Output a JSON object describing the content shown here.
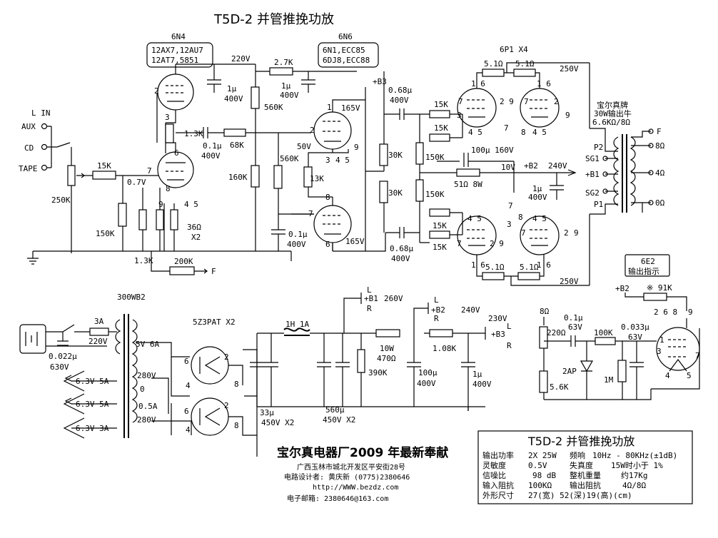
{
  "title": "T5D-2 并管推挽功放",
  "tubes": {
    "v1": {
      "name": "6N4",
      "subs": [
        "12AX7,12AU7",
        "12AT7,5851"
      ]
    },
    "v2": {
      "name": "6N6",
      "subs": [
        "6N1,ECC85",
        "6DJ8,ECC88"
      ]
    },
    "out": "6P1 X4",
    "rect": "5Z3PAT X2",
    "ind": {
      "name": "6E2",
      "desc": "输出指示"
    }
  },
  "input": {
    "title": "L IN",
    "aux": "AUX",
    "cd": "CD",
    "tape": "TAPE"
  },
  "transformer": {
    "brand": "宝尔真牌",
    "spec": "30W输出牛",
    "imp": "6.6KΩ/8Ω",
    "taps": [
      "P2",
      "SG1",
      "+B1",
      "SG2",
      "P1"
    ],
    "outs": [
      "F",
      "8Ω",
      "4Ω",
      "0Ω"
    ]
  },
  "power_tx": "300WB2",
  "heaters": [
    "6.3V 5A",
    "6.3V 5A",
    "6.3V 3A"
  ],
  "secondaries": [
    "5V 6A",
    "280V",
    "0",
    "0.5A",
    "280V"
  ],
  "choke": "1H 1A",
  "rails": {
    "b1": "+B1",
    "b1_v": "260V",
    "b2": "+B2",
    "b2_v": "240V",
    "b3": "+B3",
    "b3_v": "230V",
    "l": "L",
    "r": "R"
  },
  "components": {
    "v220": "220V",
    "r27k": "2.7K",
    "c1u400": [
      "1μ",
      "400V"
    ],
    "r560k": "560K",
    "r13k": "1.3K",
    "c01u": [
      "0.1μ",
      "400V"
    ],
    "r68k": "68K",
    "r160k": "160K",
    "r560k2": "560K",
    "r13k2": "13K",
    "v50": "50V",
    "v165a": "165V",
    "v165b": "165V",
    "b3": "+B3",
    "c068a": [
      "0.68μ",
      "400V"
    ],
    "c068b": [
      "0.68μ",
      "400V"
    ],
    "r30ka": "30K",
    "r30kb": "30K",
    "pot": "250K",
    "r15k": "15K",
    "r150k": "150K",
    "v07": "0.7V",
    "r36": [
      "36Ω",
      "X2"
    ],
    "r13k3": "1.3K",
    "r200k": "200K",
    "f": "F",
    "c01u2": [
      "0.1μ",
      "400V"
    ],
    "r51a": "5.1Ω",
    "r51b": "5.1Ω",
    "r51c": "5.1Ω",
    "r51d": "5.1Ω",
    "v250a": "250V",
    "v250b": "250V",
    "r15k_g": [
      "15K",
      "15K",
      "15K",
      "15K"
    ],
    "r150k_g": [
      "150K",
      "150K"
    ],
    "c100u": "100μ 160V",
    "r51": "51Ω 8W",
    "v10": "10V",
    "b2": "+B2",
    "v240": "240V",
    "c1u_g": [
      "1μ",
      "400V"
    ],
    "fuse": "3A",
    "mains": "220V",
    "cx": [
      "0.022μ",
      "630V"
    ],
    "c33": [
      "33μ",
      "450V X2"
    ],
    "c560": [
      "560μ",
      "450V X2"
    ],
    "r390k": "390K",
    "r10w": [
      "10W",
      "470Ω"
    ],
    "r108k": "1.08K",
    "c100u2": [
      "100μ",
      "400V"
    ],
    "c1u3": [
      "1μ",
      "400V"
    ],
    "ind": {
      "r8": "8Ω",
      "r220": "220Ω",
      "c01": [
        "0.1μ",
        "63V"
      ],
      "r100k": "100K",
      "c033": [
        "0.033μ",
        "63V"
      ],
      "d": "2AP",
      "r1m": "1M",
      "r56k": "5.6K",
      "b2": "+B2",
      "r91k": "※ 91K",
      "pins": "2 6 8"
    }
  },
  "factory": {
    "name": "宝尔真电器厂2009 年最新奉献",
    "addr": "广西玉林市城北开发区平安街28号",
    "designer": "电路设计者: 黄庆新   (0775)2380646",
    "web": "http://WWW.bezdz.com",
    "email": "电子邮箱: 2380646@163.com"
  },
  "spec_table": {
    "title": "T5D-2 并管推挽功放",
    "rows": [
      [
        "输出功率",
        "2X 25W",
        "频响",
        "10Hz - 80KHz(±1dB)"
      ],
      [
        "灵敏度",
        "0.5V",
        "失真度",
        "15W时小于 1%"
      ],
      [
        "信噪比",
        "98 dB",
        "整机重量",
        "约17Kg"
      ],
      [
        "输入阻抗",
        "100KΩ",
        "输出阻抗",
        "4Ω/8Ω"
      ],
      [
        "外形尺寸",
        "27(宽) 52(深)19(高)(cm)",
        "",
        ""
      ]
    ]
  }
}
